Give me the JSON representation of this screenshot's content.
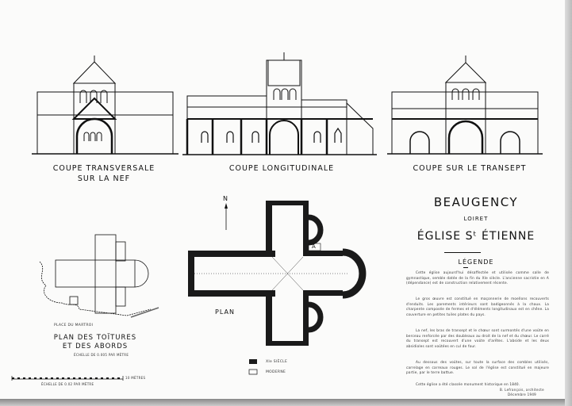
{
  "sections": {
    "transverse": [
      "COUPE TRANSVERSALE",
      "SUR LA NEF"
    ],
    "longitudinal": "COUPE LONGITUDINALE",
    "transept": "COUPE SUR LE TRANSEPT"
  },
  "title": {
    "town": "BEAUGENCY",
    "department": "LOIRET",
    "church": "ÉGLISE   Sᵗ ÉTIENNE"
  },
  "legend": {
    "heading": "LÉGENDE",
    "paragraphs": [
      "Cette église aujourd'hui désaffectée et utilisée comme salle de gymnastique, semble datée de la fin du XIe siècle. L'ancienne sacristie en A (dépendance) est de construction relativement récente.",
      "Le gros œuvre est constitué en maçonnerie de moellons recouverts d'enduits. Les parements intérieurs sont badigeonnés à la chaux. La charpente composée de fermes et d'éléments longitudinaux est en chêne. La couverture en petites tuiles plates du pays.",
      "La nef, les bras de transept et le chœur sont surmontés d'une voûte en berceau renforcée par des doubleaux au droit de la nef et du chœur. Le carré du transept est recouvert d'une voûte d'arêtes. L'abside et les deux absidioles sont voûtées en cul de four.",
      "Au dessous des voûtes, sur toute la surface des combles utilisés, carrelage en carreaux rouges. Le sol de l'église est constitué en majeure partie, par le terre battue.",
      "Cette église a été classée monument historique en 1840."
    ],
    "signature": [
      "B. Lefrançois, architecte",
      "Décembre 1949"
    ]
  },
  "plan": {
    "north": "N",
    "label": "PLAN",
    "room_a": "A",
    "key": [
      {
        "label": "XIe SIÈCLE",
        "fill": "#1a1a1a"
      },
      {
        "label": "MODERNE",
        "fill": "#ffffff"
      }
    ]
  },
  "roof_plan": {
    "place": "PLACE DU MARTROI",
    "title": [
      "PLAN DES TOÏTURES",
      "ET DES ABORDS"
    ],
    "scale": "ÉCHELLE DE 0.005 PAR MÈTRE"
  },
  "scale_bar": {
    "end_label": "10 MÈTRES",
    "caption": "ÉCHELLE DE 0.02 PAR MÈTRE"
  }
}
